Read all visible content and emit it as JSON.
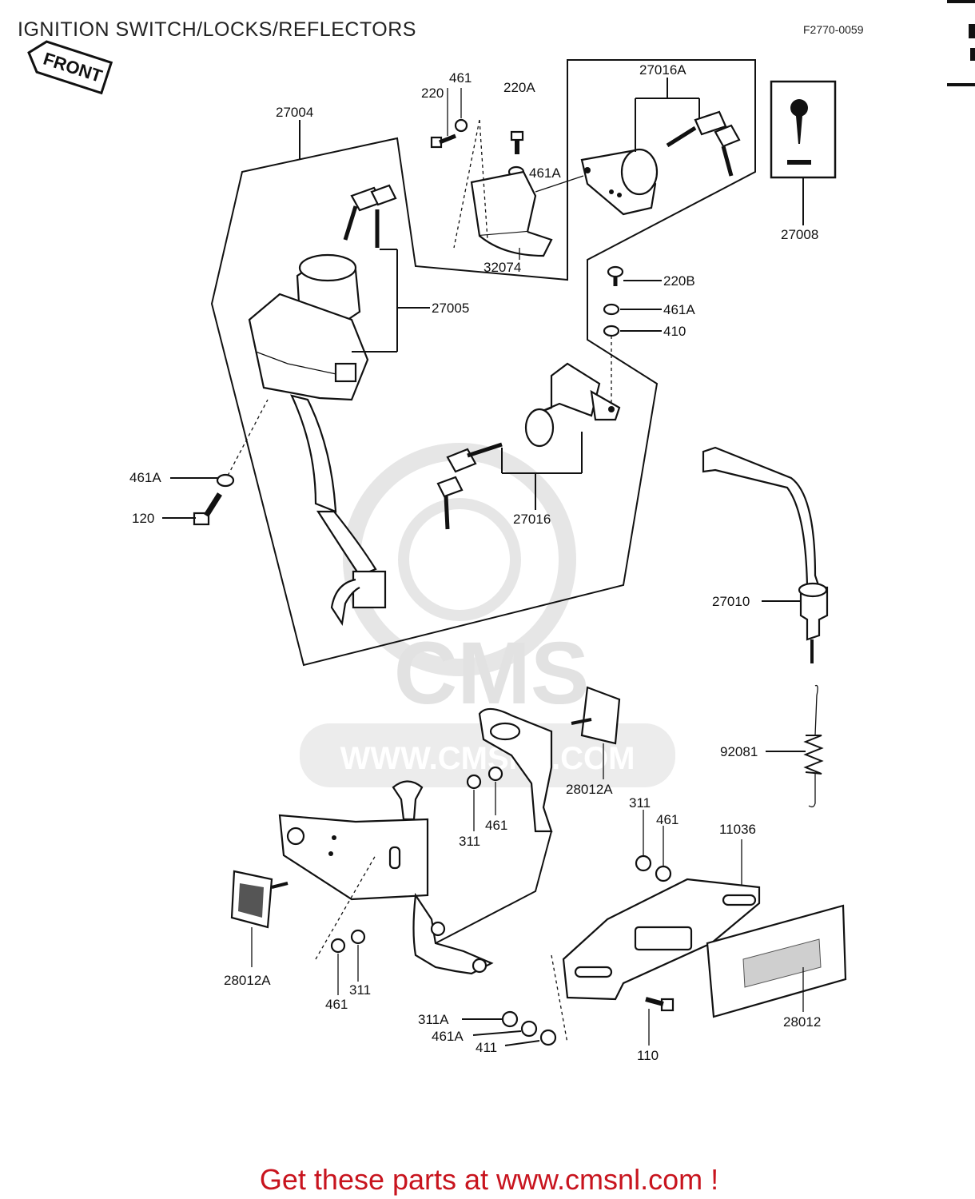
{
  "header": {
    "title": "IGNITION SWITCH/LOCKS/REFLECTORS",
    "diagram_code": "F2770-0059",
    "front_badge": "FRONT"
  },
  "watermark": {
    "brand": "CMS",
    "url": "WWW.CMSNL.COM"
  },
  "parts": [
    {
      "id": "27004"
    },
    {
      "id": "27005"
    },
    {
      "id": "27016A"
    },
    {
      "id": "27008"
    },
    {
      "id": "32074"
    },
    {
      "id": "27016"
    },
    {
      "id": "27010"
    },
    {
      "id": "92081"
    },
    {
      "id": "28012A"
    },
    {
      "id": "28012"
    },
    {
      "id": "11036"
    },
    {
      "id": "110"
    }
  ],
  "labels": {
    "p220": "220",
    "p461_top": "461",
    "p220A": "220A",
    "p461A_top": "461A",
    "p27016A": "27016A",
    "p27004": "27004",
    "p27008": "27008",
    "p32074": "32074",
    "p27005": "27005",
    "p220B": "220B",
    "p461A_mid": "461A",
    "p410": "410",
    "p461A_left": "461A",
    "p120": "120",
    "p27016": "27016",
    "p27010": "27010",
    "p92081": "92081",
    "p28012A_right": "28012A",
    "p311_a": "311",
    "p461_a": "461",
    "p311_b": "311",
    "p461_b": "461",
    "p11036": "11036",
    "p28012A_left": "28012A",
    "p461_c": "461",
    "p311_c": "311",
    "p311A": "311A",
    "p461A_bot": "461A",
    "p411": "411",
    "p110": "110",
    "p28012": "28012"
  },
  "footer": {
    "cta": "Get these parts at www.cmsnl.com !"
  },
  "colors": {
    "cta": "#c8141e",
    "line": "#111111",
    "watermark": "#e2e2e2"
  }
}
